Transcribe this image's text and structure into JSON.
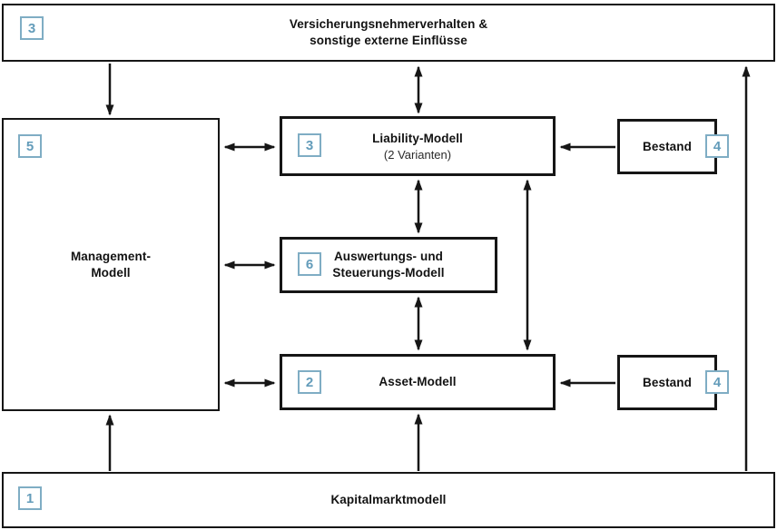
{
  "colors": {
    "line": "#161616",
    "badge_border": "#7fadc4",
    "badge_text": "#639cba",
    "box_bg": "#ffffff"
  },
  "boxes": {
    "external": {
      "badge": "3",
      "line1": "Versicherungsnehmerverhalten &",
      "line2": "sonstige externe Einflüsse"
    },
    "management": {
      "badge": "5",
      "line1": "Management-",
      "line2": "Modell"
    },
    "liability": {
      "badge": "3",
      "title": "Liability-Modell",
      "subtitle": "(2 Varianten)"
    },
    "evaluation": {
      "badge": "6",
      "line1": "Auswertungs- und",
      "line2": "Steuerungs-Modell"
    },
    "asset": {
      "badge": "2",
      "label": "Asset-Modell"
    },
    "bestand_top": {
      "badge": "4",
      "label": "Bestand"
    },
    "bestand_bottom": {
      "badge": "4",
      "label": "Bestand"
    },
    "capital_market": {
      "badge": "1",
      "label": "Kapitalmarktmodell"
    }
  }
}
